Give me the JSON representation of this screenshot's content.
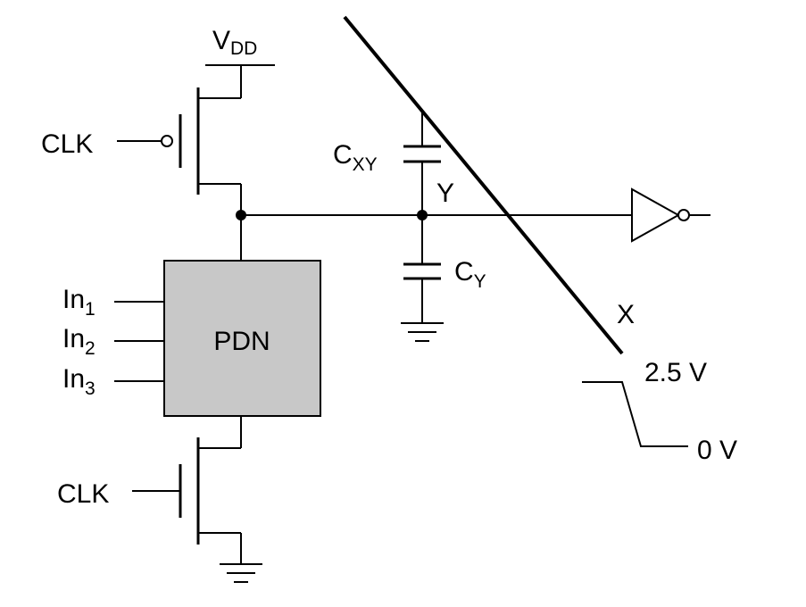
{
  "labels": {
    "vdd": "V",
    "vdd_sub": "DD",
    "clk_top": "CLK",
    "clk_bottom": "CLK",
    "pdn": "PDN",
    "in1": "In",
    "in1_sub": "1",
    "in2": "In",
    "in2_sub": "2",
    "in3": "In",
    "in3_sub": "3",
    "cxy": "C",
    "cxy_sub": "XY",
    "cy": "C",
    "cy_sub": "Y",
    "node_y": "Y",
    "signal_x": "X",
    "v_high": "2.5 V",
    "v_low": "0 V"
  },
  "colors": {
    "wire": "#000000",
    "pdn_fill": "#c8c8c8",
    "background": "#ffffff"
  }
}
